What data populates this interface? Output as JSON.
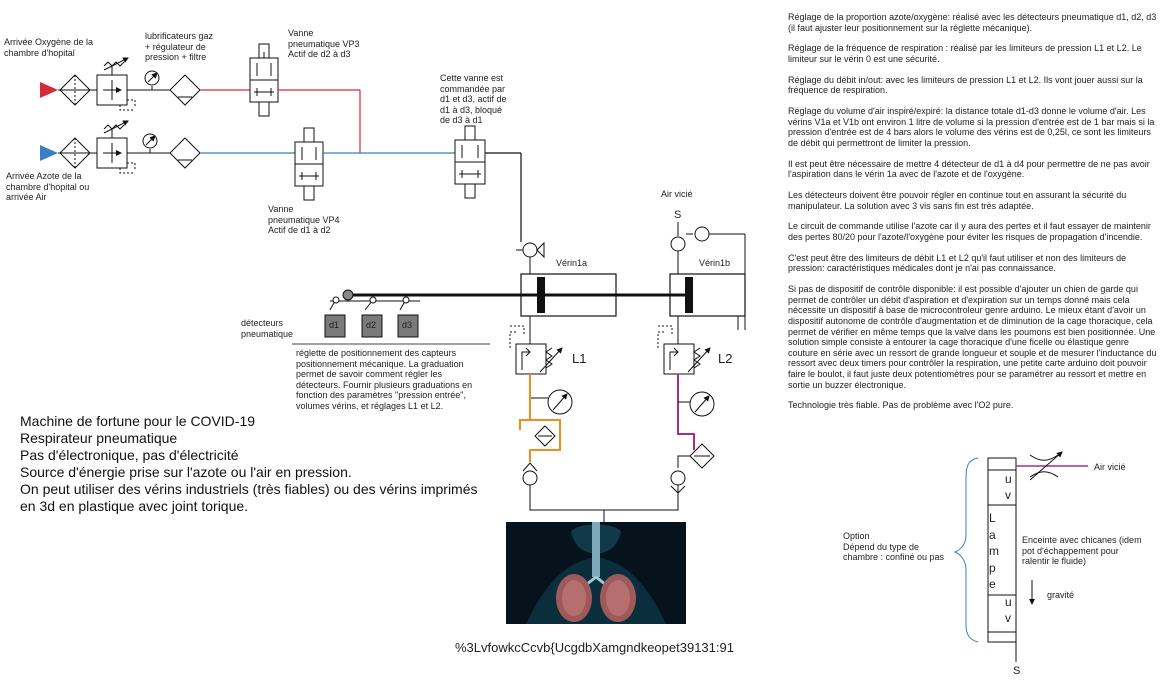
{
  "labels": {
    "oxygen_inlet": "Arrivée Oxygène de la\nchambre d'hopital",
    "nitrogen_inlet": "Arrivée Azote de la\nchambre d'hopital ou\narrivée Air",
    "lubricators": "lubrificateurs gaz\n+ régulateur de\npression + filtre",
    "valve_vp3": "Vanne\npneumatique VP3\nActif de d2 à d3",
    "valve_vp4": "Vanne\npneumatique VP4\nActif de d1 à d2",
    "command_valve": "Cette vanne est\ncommandée par\nd1 et d3, actif de\nd1 à d3, bloqué\nde d3 à d1",
    "air_vicie_top": "Air vicié",
    "s_top": "S",
    "verin1a": "Vérin1a",
    "verin1b": "Vérin1b",
    "detectors": "détecteurs\npneumatique",
    "d1": "d1",
    "d2": "d2",
    "d3": "d3",
    "L1": "L1",
    "L2": "L2",
    "reglette": "réglette de positionnement des capteurs\npositionnement mécanique. La graduation\npermet de savoir comment régler les\ndétecteurs. Fournir plusieurs graduations en\nfonction des paramètres \"pression entrée\",\nvolumes vérins, et réglages L1 et L2.",
    "option": "Option\nDépend du type de\nchambre : confiné ou pas",
    "enceinte": "Enceinte avec chicanes (idem\npot d'échappement pour\nralentir le fluide)",
    "gravite": "gravité",
    "air_vicie_right": "Air vicié",
    "s_bottom": "S",
    "u_label": "u",
    "v_label": "v",
    "lampe_letters": [
      "L",
      "a",
      "m",
      "p",
      "e"
    ]
  },
  "summary_lines": [
    "Machine de fortune pour le COVID-19",
    "Respirateur pneumatique",
    "Pas d'électronique, pas d'électricité",
    "Source d'énergie prise sur l'azote ou l'air en pression.",
    "On peut utiliser des vérins industriels (très fiables) ou des vérins imprimés",
    "en 3d en plastique avec joint torique."
  ],
  "code_text": "%3LvfowkcCcvb{UcgdbXamgndkeopet39131:91",
  "notes": [
    "Réglage de la proportion azote/oxygène: réalisé avec les détecteurs pneumatique d1, d2, d3 (il faut ajuster leur positionnement sur la réglette mécanique).",
    "Réglage de la fréquence de respiration : réalisé par les limiteurs de pression L1 et L2. Le limiteur sur le vérin 0 est une sécurité.",
    "Réglage du débit in/out: avec les limiteurs de pression L1 et L2. Ils vont jouer aussi sur la fréquence de respiration.",
    "Réglage du volume d'air inspiré/expiré: la distance totale d1-d3 donne le volume d'air. Les vérins V1a et V1b ont environ 1 litre de volume si la pression d'entrée est de 1 bar mais si la pression d'entrée est de 4 bars alors le volume des vérins est de 0,25l, ce sont les limiteurs de débit qui permettront de limiter la pression.",
    "Il est peut être nécessaire de mettre 4 détecteur de d1 à d4 pour permettre de ne pas avoir l'aspiration dans le vérin 1a avec de l'azote et de l'oxygène.",
    "Les détecteurs doivent être pouvoir régler en continue tout en assurant la sécurité du manipulateur. La solution avec 3 vis sans fin est très adaptée.",
    "Le circuit de commande utilise l'azote car il y aura des pertes et il faut essayer de maintenir des pertes 80/20 pour l'azote/l'oxygène pour éviter les risques de propagation d'incendie.",
    "C'est peut être des limiteurs de débit L1 et L2 qu'il faut utiliser et non des limiteurs de pression: caractéristiques médicales dont je n'ai pas connaissance.",
    "Si pas de dispositif de contrôle disponible: il est possible d'ajouter un chien de garde qui permet de contrôler un débit d'aspiration et d'expiration sur un temps donné mais cela nécessite un dispositif à base de microcontroleur genre arduino. Le mieux étant d'avoir un dispositif autonome de contrôle d'augmentation et de diminution de la cage thoracique, cela permet de vérifier en même temps que la valve dans les poumons est bien positionnée. Une solution simple consiste à entourer la cage thoracique d'une ficelle ou élastique genre couture en série avec un ressort de grande longueur et souple et de mesurer l'inductance du ressort avec deux timers pour contrôler la respiration, une petite carte arduino doit pouvoir faire le boulot, il faut juste deux potentiomètres pour se paramétrer au ressort et mettre en sortie un buzzer électronique.",
    "Technologie très fiable. Pas de problème avec l'O2 pure."
  ],
  "colors": {
    "oxygen_line": "#d42a3a",
    "nitrogen_line": "#3a7fc4",
    "l1_outlet": "#f08c1e",
    "l2_outlet": "#a0308c",
    "detector_fill": "#7a7a7a",
    "lines": "#111111"
  }
}
